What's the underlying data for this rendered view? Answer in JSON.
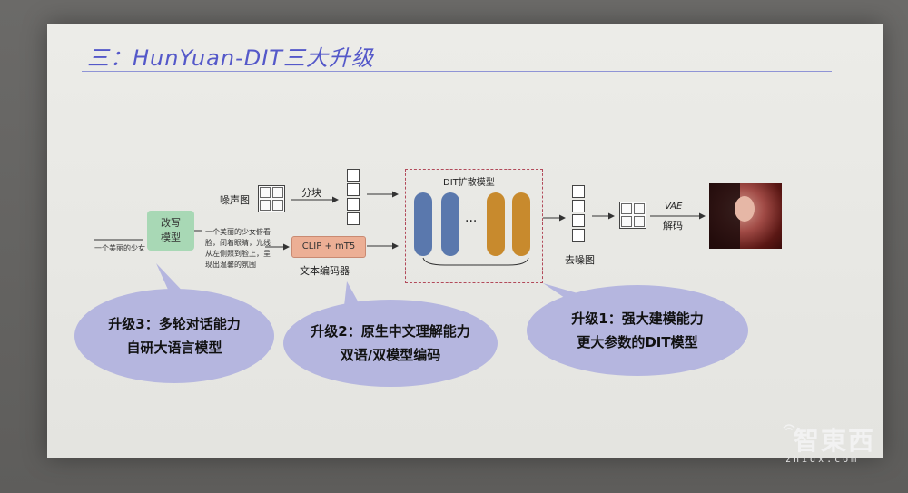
{
  "slide": {
    "title": "三：HunYuan-DIT三大升级"
  },
  "diagram": {
    "input_prompt": "一个美丽的少女",
    "rewrite_box": "改写\n模型",
    "rewritten_prompt": "一个美丽的少女俯看\n脸，闭着眼睛，光线\n从左侧照到脸上，呈\n现出温馨的氛围",
    "noise_label": "噪声图",
    "split_label": "分块",
    "text_encoder_box": "CLIP + mT5",
    "text_encoder_label": "文本编码器",
    "dit_label": "DIT扩散模型",
    "ellipsis": "...",
    "denoise_label": "去噪图",
    "vae_label": "VAE",
    "decode_label": "解码"
  },
  "callouts": [
    {
      "text": "升级3：多轮对话能力\n自研大语言模型"
    },
    {
      "text": "升级2：原生中文理解能力\n双语/双模型编码"
    },
    {
      "text": "升级1：强大建模能力\n更大参数的DIT模型"
    }
  ],
  "watermark": {
    "brand": "智東西",
    "url": "zhidx.com"
  },
  "colors": {
    "title": "#5458c9",
    "rewrite_box": "#a8d8b5",
    "encoder_box": "#ecaf95",
    "bar_blue": "#5a78ad",
    "bar_orange": "#c88a2d",
    "bubble": "#b5b6df",
    "dit_frame": "#b24a5a"
  }
}
